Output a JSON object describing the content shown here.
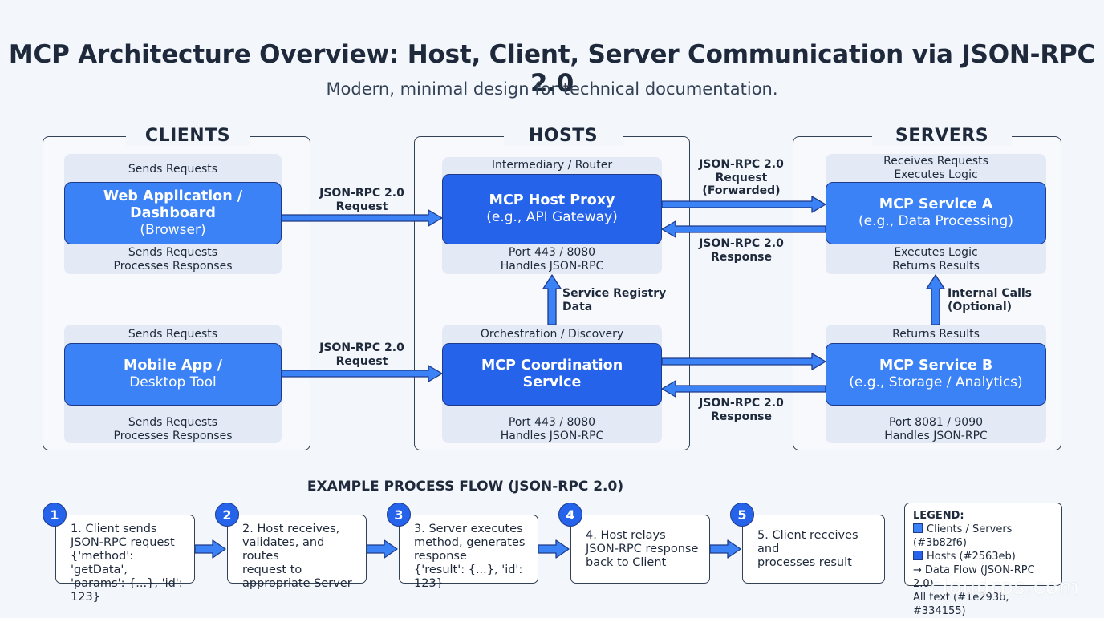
{
  "title": "MCP Architecture Overview: Host, Client, Server Communication via JSON-RPC 2.0",
  "subtitle": "Modern, minimal design for technical documentation.",
  "columns": {
    "clients": "CLIENTS",
    "hosts": "HOSTS",
    "servers": "SERVERS"
  },
  "nodes": {
    "web_app": {
      "name": "Web Application / Dashboard",
      "sub": "(Browser)",
      "top_caption": "Sends Requests",
      "bottom_caption": "Sends Requests\nProcesses Responses"
    },
    "mobile_app": {
      "name": "Mobile App /",
      "sub": "Desktop Tool",
      "top_caption": "Sends Requests",
      "bottom_caption": "Sends Requests\nProcesses Responses"
    },
    "host_proxy": {
      "name": "MCP Host Proxy",
      "sub": "(e.g., API Gateway)",
      "top_caption": "Intermediary / Router",
      "bottom_caption": "Port 443 / 8080\nHandles JSON-RPC"
    },
    "coordination": {
      "name": "MCP Coordination",
      "sub": "Service",
      "top_caption": "Orchestration / Discovery",
      "bottom_caption": "Port 443 / 8080\nHandles JSON-RPC"
    },
    "service_a": {
      "name": "MCP Service A",
      "sub": "(e.g., Data Processing)",
      "top_caption": "Receives Requests\nExecutes Logic",
      "bottom_caption": "Executes Logic\nReturns Results"
    },
    "service_b": {
      "name": "MCP Service B",
      "sub": "(e.g., Storage / Analytics)",
      "top_caption": "Returns Results",
      "bottom_caption": "Port 8081 / 9090\nHandles JSON-RPC"
    }
  },
  "edge_labels": {
    "web_to_proxy": "JSON-RPC 2.0\nRequest",
    "mobile_to_coord": "JSON-RPC 2.0\nRequest",
    "proxy_to_a": "JSON-RPC 2.0\nRequest\n(Forwarded)",
    "a_to_proxy": "JSON-RPC 2.0\nResponse",
    "coord_to_b_response": "JSON-RPC 2.0\nResponse",
    "registry": "Service Registry\nData",
    "internal": "Internal Calls\n(Optional)"
  },
  "flow": {
    "title": "EXAMPLE PROCESS FLOW (JSON-RPC 2.0)",
    "steps": [
      {
        "num": "1",
        "text": "1. Client sends\nJSON-RPC request\n{'method': 'getData',\n'params': {...}, 'id': 123}"
      },
      {
        "num": "2",
        "text": "2. Host receives,\nvalidates, and routes\nrequest to\nappropriate Server"
      },
      {
        "num": "3",
        "text": "3. Server executes\nmethod, generates\nresponse\n{'result': {...}, 'id': 123}"
      },
      {
        "num": "4",
        "text": "4. Host relays\nJSON-RPC response\nback to Client"
      },
      {
        "num": "5",
        "text": "5. Client receives and\nprocesses result"
      }
    ]
  },
  "legend": {
    "title": "LEGEND:",
    "items": [
      {
        "label": "Clients / Servers (#3b82f6)",
        "color": "#3b82f6",
        "icon": "square-swatch"
      },
      {
        "label": "Hosts (#2563eb)",
        "color": "#2563eb",
        "icon": "square-swatch"
      },
      {
        "label": "Data Flow (JSON-RPC 2.0)",
        "icon": "arrow-right-icon"
      },
      {
        "label": "All text (#1e293b, #334155)"
      }
    ]
  },
  "watermark": "cloudrps.com",
  "colors": {
    "client_server": "#3b82f6",
    "host": "#2563eb",
    "text_primary": "#1e293b",
    "text_secondary": "#334155"
  }
}
